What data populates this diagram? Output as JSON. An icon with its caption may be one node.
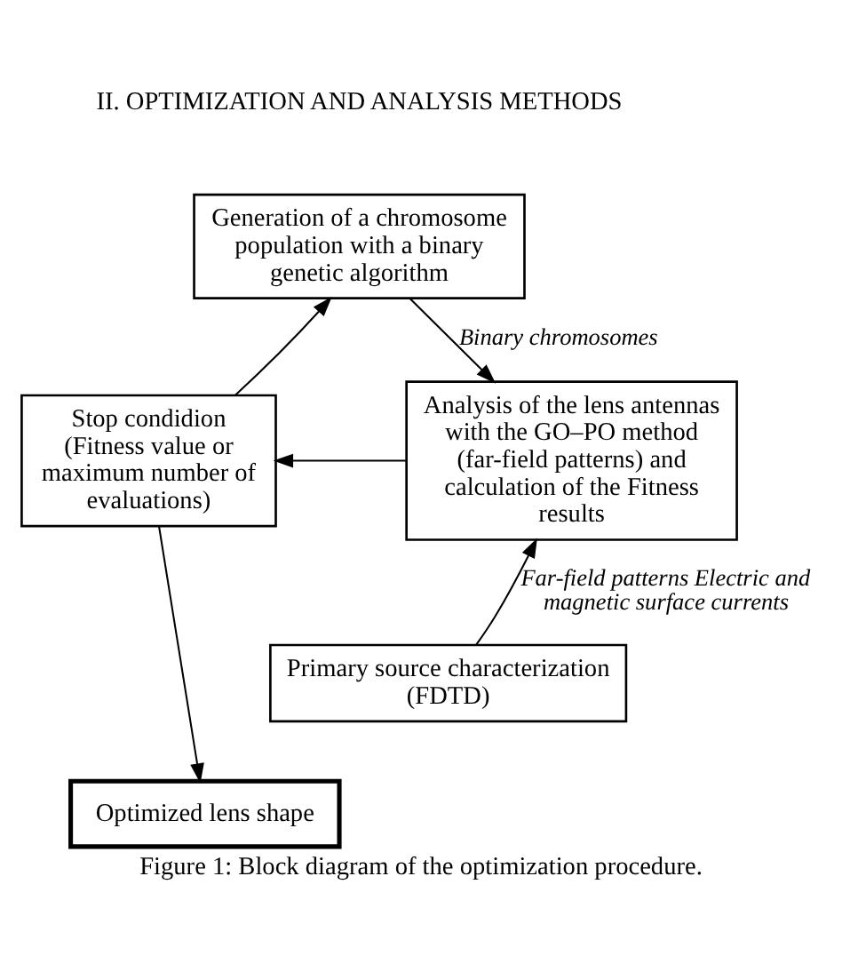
{
  "diagram": {
    "caption": "Figure 1: Block diagram of the optimization procedure.",
    "nodes": [
      {
        "text": [
          "Generation of a chromosome population with a binary genetic algorithm"
        ]
      },
      {
        "text": [
          "Stop condidion (Fitness value or maximum number of evaluations)"
        ]
      },
      {
        "text": [
          "Analysis of the lens antennas with the GO–PO method (far-field patterns) and calculation of the Fitness results"
        ]
      },
      {
        "text": [
          "Primary source characterization (FDTD)"
        ]
      },
      {
        "text": [
          "Optimized lens shape"
        ]
      }
    ],
    "edges": [
      {
        "from": 0,
        "to": 2,
        "arrow": "to",
        "label": "Binary chromosomes"
      },
      {
        "from": 2,
        "to": 1,
        "arrow": "to"
      },
      {
        "from": 1,
        "to": 0,
        "arrow": "to"
      },
      {
        "from": 1,
        "to": 4,
        "arrow": "to"
      },
      {
        "from": 3,
        "to": 2,
        "arrow": "to",
        "label": "Far-field patterns Electric and magnetic surface currents"
      }
    ],
    "labels": [
      "II. OPTIMIZATION AND ANALYSIS METHODS"
    ]
  }
}
